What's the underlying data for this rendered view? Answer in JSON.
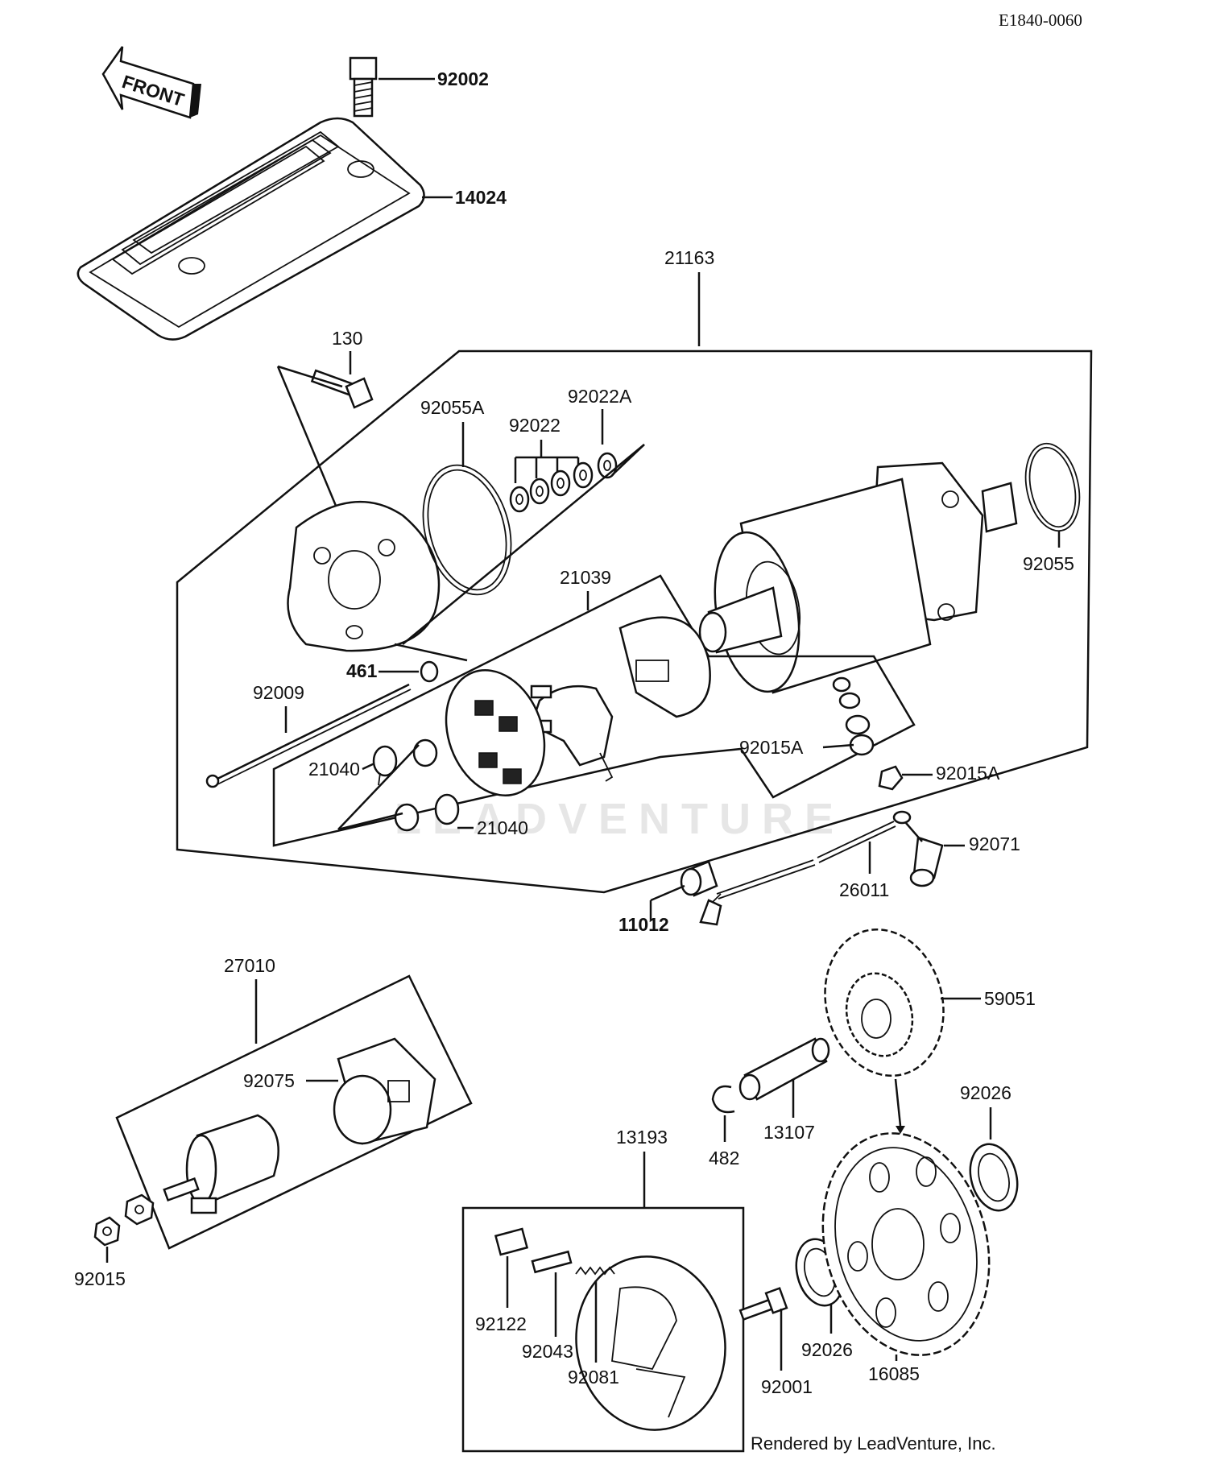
{
  "diagram_code": "E1840-0060",
  "credit": "Rendered by LeadVenture, Inc.",
  "watermark": "LEADVENTURE",
  "front_label": "FRONT",
  "labels": {
    "p92002": "92002",
    "p14024": "14024",
    "p21163": "21163",
    "p130": "130",
    "p92055A": "92055A",
    "p92022A": "92022A",
    "p92022": "92022",
    "p21039": "21039",
    "p92055": "92055",
    "p461": "461",
    "p92009": "92009",
    "p21040a": "21040",
    "p21040b": "21040",
    "p92015A_a": "92015A",
    "p92015A_b": "92015A",
    "p92071": "92071",
    "p26011": "26011",
    "p11012": "11012",
    "p27010": "27010",
    "p92075": "92075",
    "p92015": "92015",
    "p59051": "59051",
    "p13107": "13107",
    "p482": "482",
    "p92026a": "92026",
    "p92026b": "92026",
    "p13193": "13193",
    "p92122": "92122",
    "p92043": "92043",
    "p92081": "92081",
    "p92001": "92001",
    "p16085": "16085"
  }
}
